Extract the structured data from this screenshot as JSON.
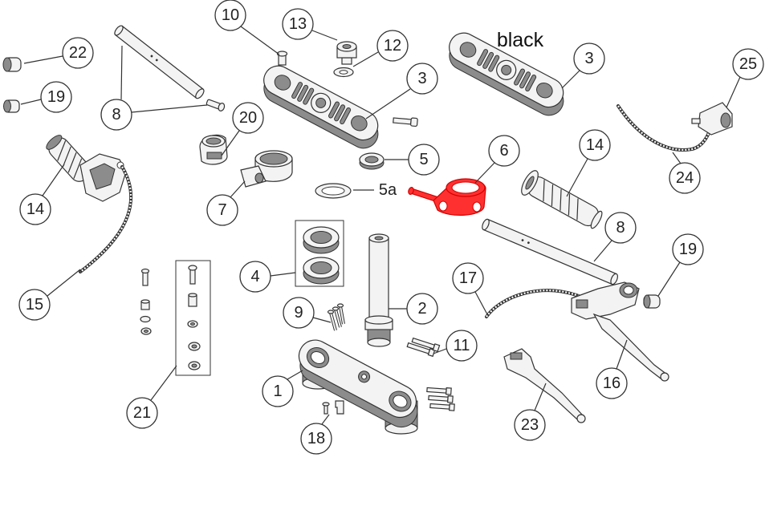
{
  "text_labels": {
    "color_note": "black",
    "part_5a": "5a"
  },
  "callouts": [
    "10",
    "13",
    "12",
    "3",
    "3",
    "25",
    "22",
    "19",
    "8",
    "20",
    "5",
    "6",
    "14",
    "24",
    "14",
    "7",
    "8",
    "4",
    "19",
    "17",
    "15",
    "9",
    "2",
    "11",
    "1",
    "16",
    "21",
    "18",
    "23"
  ],
  "colors": {
    "highlight": "#ff3030",
    "outline": "#333333",
    "part_fill": "#f3f3f3",
    "shade": "#8c8c8c",
    "background": "#ffffff"
  }
}
